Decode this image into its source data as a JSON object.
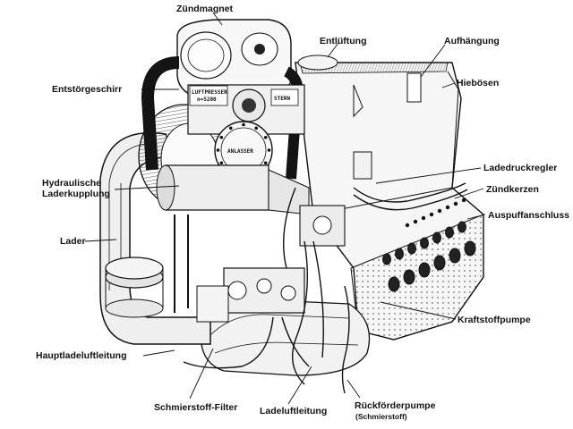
{
  "labels": {
    "zuendmagnet": "Zündmagnet",
    "entlueftung": "Entlüftung",
    "aufhaengung": "Aufhängung",
    "hieboesen": "Hiebösen",
    "entstoergeschirr": "Entstörgeschirr",
    "ladedruckregler": "Ladedruckregler",
    "hydraulische_1": "Hydraulische",
    "hydraulische_2": "Laderkupplung",
    "zuendkerzen": "Zündkerzen",
    "auspuffanschluss": "Auspuffanschluss",
    "lader": "Lader",
    "kraftstoffpumpe": "Kraftstoffpumpe",
    "hauptladeluftleitung": "Hauptladeluftleitung",
    "schmierstoff_filter": "Schmierstoff-Filter",
    "ladeluftleitung": "Ladeluftleitung",
    "rueckfoerderpumpe": "Rückförderpumpe",
    "schmierstoff_note": "(Schmierstoff)"
  },
  "plates": {
    "luftpresser_1": "LUFTPRESSER",
    "luftpresser_2": "n=5200",
    "anlasser": "ANLASSER",
    "stern": "STERN"
  }
}
